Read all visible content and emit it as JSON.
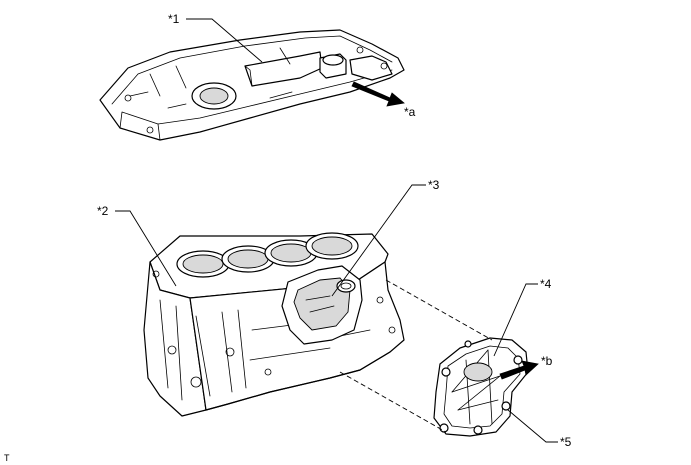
{
  "callouts": {
    "c1": "*1",
    "c2": "*2",
    "c3": "*3",
    "c4": "*4",
    "c5": "*5",
    "ca": "*a",
    "cb": "*b"
  },
  "corner_mark": "T"
}
